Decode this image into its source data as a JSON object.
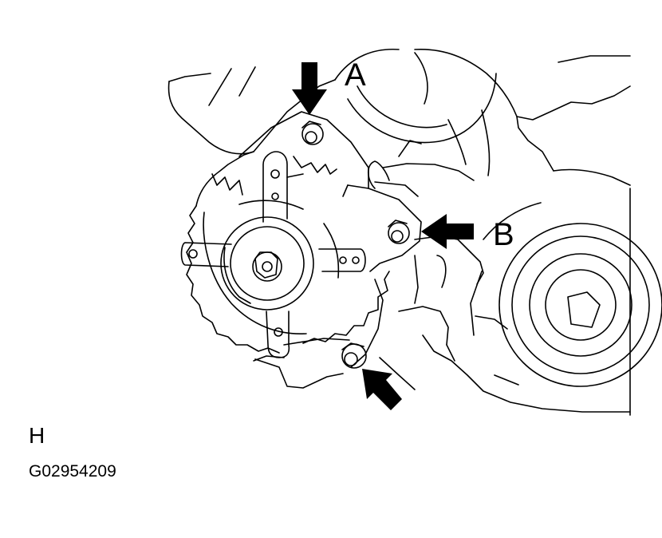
{
  "callouts": {
    "a": "A",
    "b": "B"
  },
  "view_code": "H",
  "figure_id": "G02954209"
}
